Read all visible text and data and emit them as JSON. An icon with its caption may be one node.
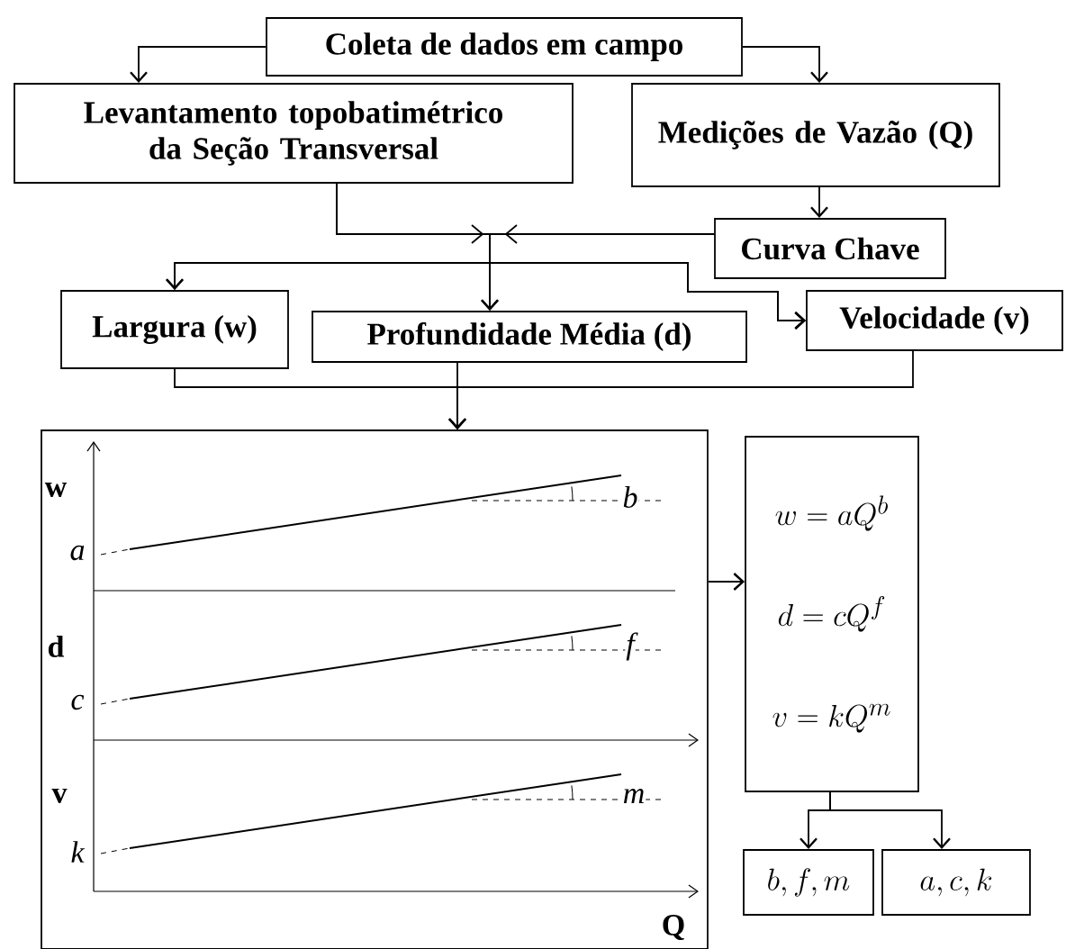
{
  "diagram": {
    "nodes": [
      {
        "text": [
          "Coleta de dados em campo"
        ]
      },
      {
        "text": [
          "Levantamento topobatimétrico da Seção Transversal"
        ]
      },
      {
        "text": [
          "Medições de Vazão (Q)"
        ]
      },
      {
        "text": [
          "Curva Chave"
        ]
      },
      {
        "text": [
          "Largura (w)"
        ]
      },
      {
        "text": [
          "Profundidade Média (d)"
        ]
      },
      {
        "text": [
          "Velocidade (v)"
        ]
      },
      {
        "text": [],
        "shape": "box"
      },
      {
        "text": [
          "w = aQ^{b}",
          "d = cQ^{f}",
          "v = kQ^{m}"
        ]
      },
      {
        "text": [
          "b, f, m"
        ]
      },
      {
        "text": [
          "a, c, k"
        ]
      }
    ],
    "edges": [
      {
        "from": 0,
        "to": 1,
        "arrow": "to"
      },
      {
        "from": 0,
        "to": 2,
        "arrow": "to"
      },
      {
        "from": 2,
        "to": 3,
        "arrow": "to"
      },
      {
        "from": 1,
        "to": 4,
        "arrow": "to"
      },
      {
        "from": 1,
        "to": 5,
        "arrow": "to"
      },
      {
        "from": 1,
        "to": 6,
        "arrow": "to"
      },
      {
        "from": 3,
        "to": 4,
        "arrow": "to"
      },
      {
        "from": 3,
        "to": 5,
        "arrow": "to"
      },
      {
        "from": 3,
        "to": 6,
        "arrow": "to"
      },
      {
        "from": 4,
        "to": 7,
        "arrow": "to"
      },
      {
        "from": 5,
        "to": 7,
        "arrow": "to"
      },
      {
        "from": 6,
        "to": 7,
        "arrow": "to"
      },
      {
        "from": 7,
        "to": 8,
        "arrow": "to"
      },
      {
        "from": 8,
        "to": 9,
        "arrow": "to"
      },
      {
        "from": 8,
        "to": 10,
        "arrow": "to"
      }
    ],
    "labels": [
      "w",
      "b",
      "a",
      "d",
      "f",
      "c",
      "v",
      "m",
      "k",
      "Q"
    ]
  }
}
